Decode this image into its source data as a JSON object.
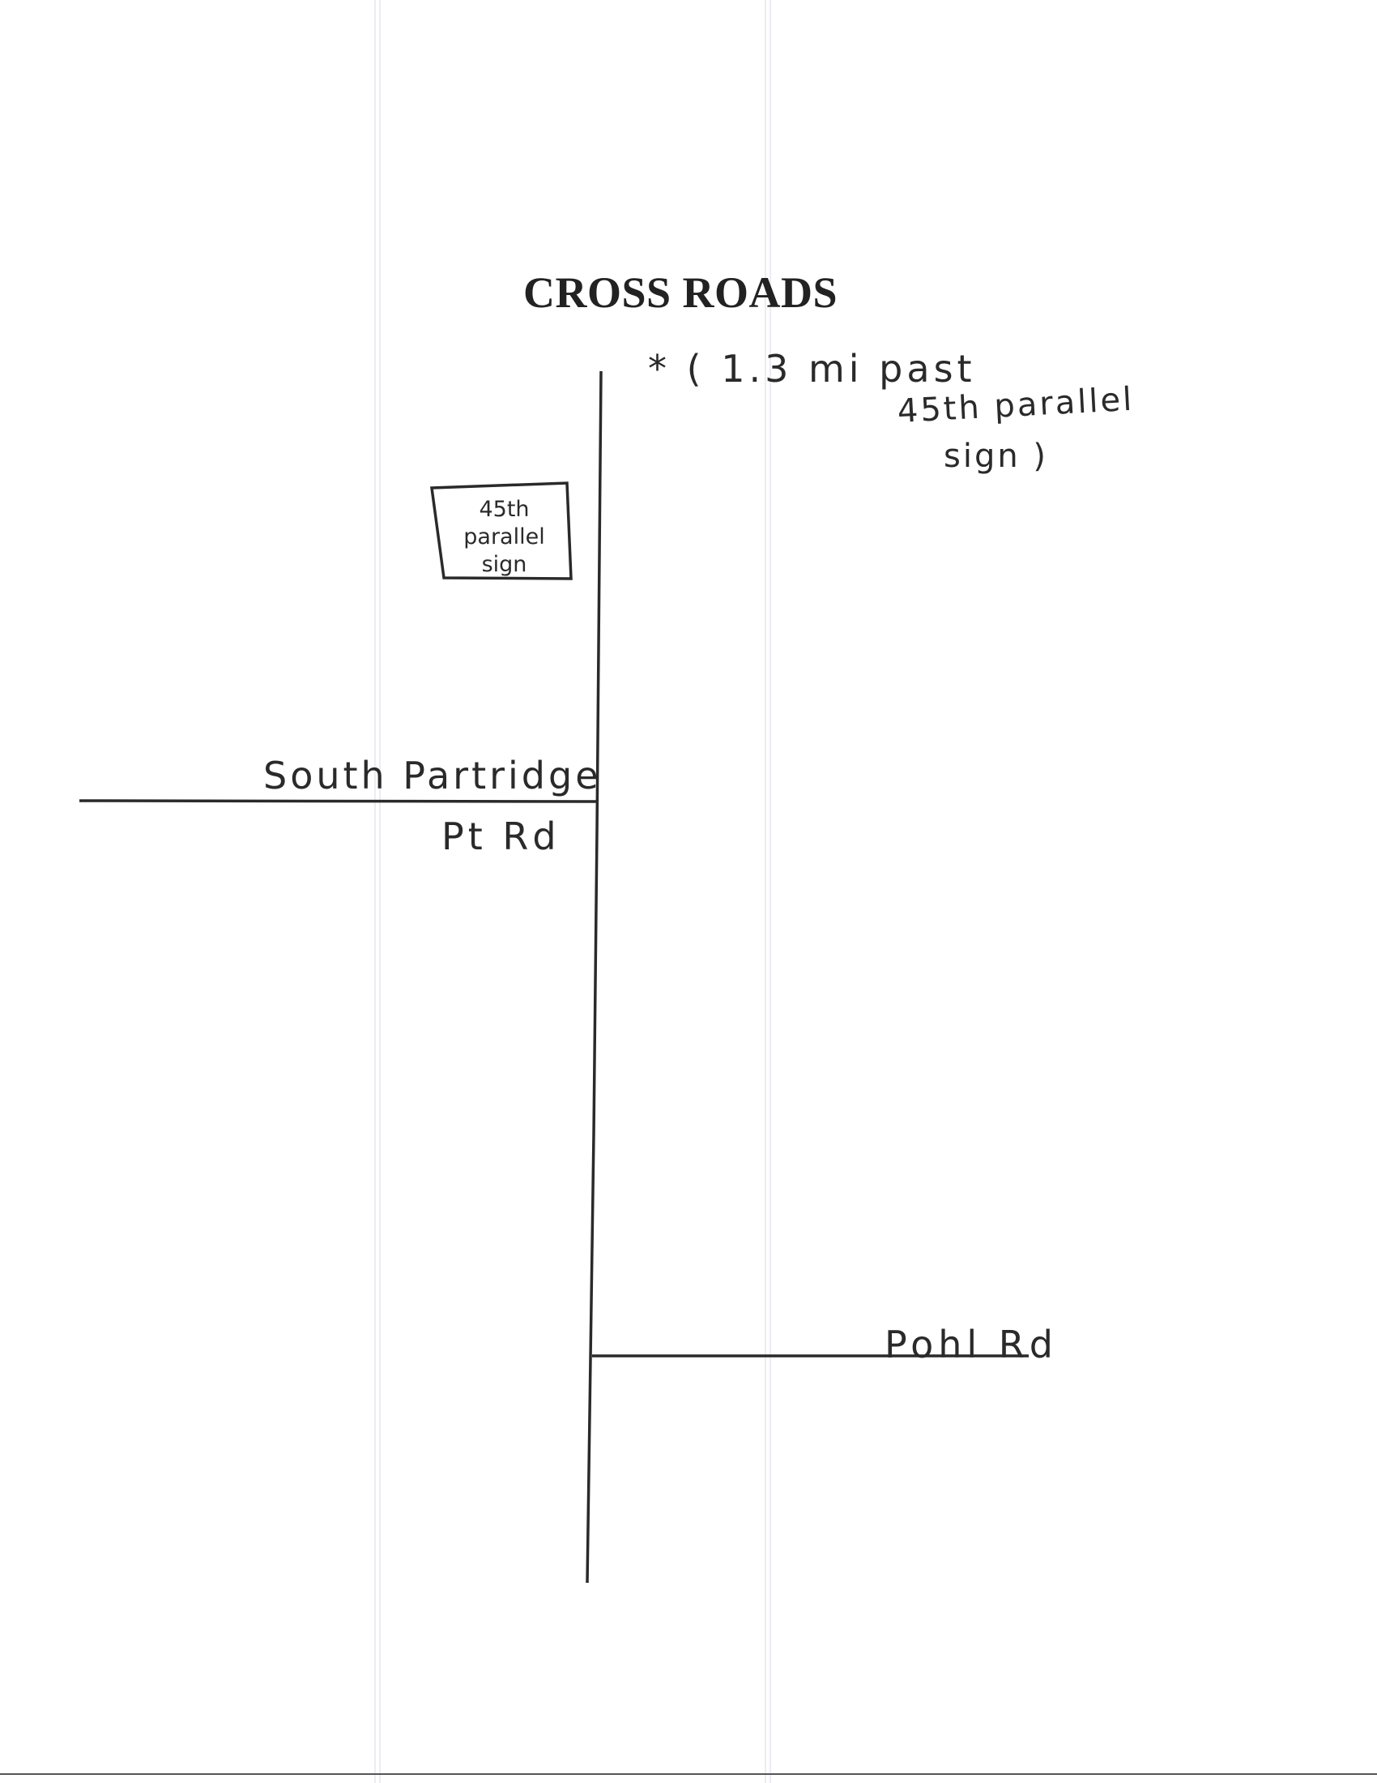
{
  "title": "CROSS ROADS",
  "note": {
    "line1": "* ( 1.3 mi past",
    "line2": "45th parallel",
    "line3": "sign )"
  },
  "sign": {
    "line1": "45th",
    "line2": "parallel",
    "line3": "sign"
  },
  "roads": {
    "south_partridge_line1": "South Partridge",
    "south_partridge_line2": "Pt Rd",
    "pohl": "Pohl Rd"
  },
  "colors": {
    "ink": "#2a2a2a",
    "paper": "#ffffff"
  }
}
